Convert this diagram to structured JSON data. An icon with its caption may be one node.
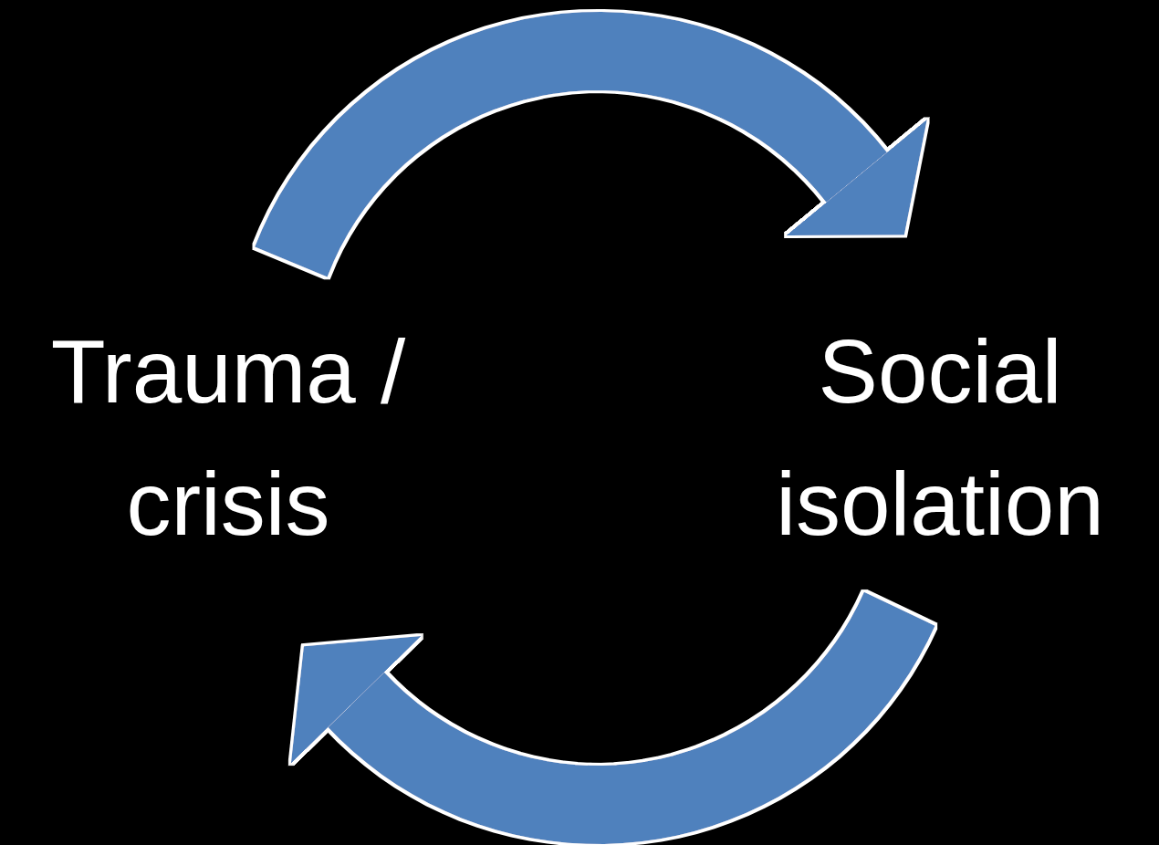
{
  "diagram": {
    "nodes": [
      {
        "text": [
          "Trauma / crisis"
        ]
      },
      {
        "text": [
          "Social isolation"
        ]
      }
    ],
    "edges": [
      {
        "from": 0,
        "to": 1,
        "arrow": "to"
      },
      {
        "from": 1,
        "to": 0,
        "arrow": "to"
      }
    ]
  }
}
